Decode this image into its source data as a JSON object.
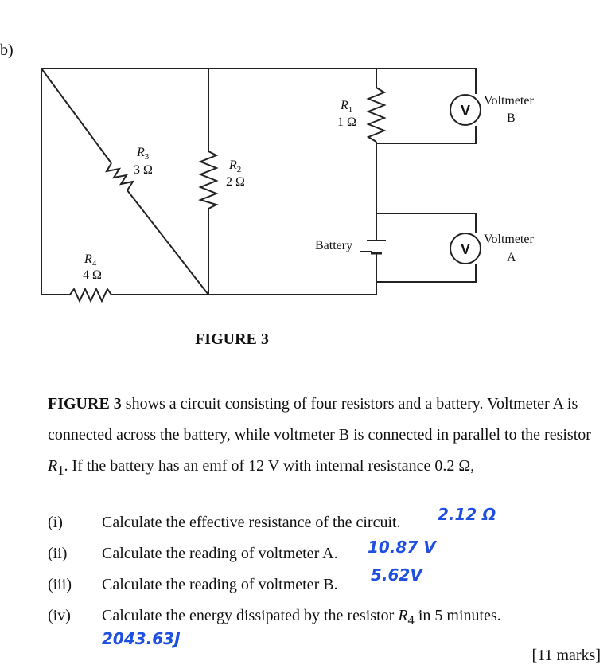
{
  "part_label": "b)",
  "figure": {
    "caption": "FIGURE 3",
    "r1": {
      "name": "R",
      "sub": "1",
      "value": "1 Ω"
    },
    "r2": {
      "name": "R",
      "sub": "2",
      "value": "2 Ω"
    },
    "r3": {
      "name": "R",
      "sub": "3",
      "value": "3 Ω"
    },
    "r4": {
      "name": "R",
      "sub": "4",
      "value": "4 Ω"
    },
    "battery_label": "Battery",
    "voltmeter_symbol": "V",
    "voltmeter_b": {
      "line1": "Voltmeter",
      "line2": "B"
    },
    "voltmeter_a": {
      "line1": "Voltmeter",
      "line2": "A"
    }
  },
  "text": {
    "bold_lead": "FIGURE 3",
    "p1": " shows a circuit consisting of four resistors and a battery.",
    "p2a": "Voltmeter A is connected across the battery, while voltmeter B is connected in parallel to the resistor ",
    "p2_r": "R",
    "p2_sub": "1",
    "p2b": ". If the battery has an emf of 12 V with internal resistance 0.2 Ω,"
  },
  "questions": [
    {
      "num": "(i)",
      "text": "Calculate the effective resistance of the circuit.",
      "answer": "2.12 Ω"
    },
    {
      "num": "(ii)",
      "text": "Calculate the reading of voltmeter A.",
      "answer": "10.87 V"
    },
    {
      "num": "(iii)",
      "text": "Calculate the reading of voltmeter B.",
      "answer": "5.62V"
    },
    {
      "num": "(iv)",
      "text_a": "Calculate the energy dissipated by the resistor ",
      "text_r": "R",
      "text_sub": "4",
      "text_b": " in 5 minutes.",
      "answer": "2043.63J"
    }
  ],
  "marks": "[11 marks]",
  "colors": {
    "ink": "#111111",
    "handwriting": "#1f4fe0"
  }
}
